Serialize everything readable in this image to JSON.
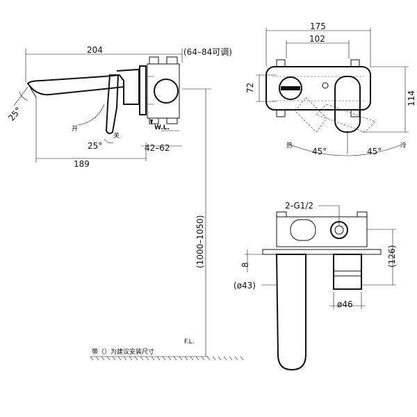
{
  "side_view": {
    "dim_total_width": "204",
    "dim_adjustable": "(64–84可调)",
    "dim_angle_spout": "25°",
    "label_open": "开",
    "label_close": "关",
    "dim_angle_handle": "25°",
    "dim_wall_range": "42–62",
    "dim_spout_width": "189",
    "dim_height_range": "(1000–1050)",
    "label_wl": "W.L.",
    "label_fl": "F.L.",
    "note_recommended": "带（）为建议安装尺寸"
  },
  "front_view": {
    "dim_width": "175",
    "dim_inner_width": "102",
    "dim_inner_height": "72",
    "dim_height": "114",
    "label_hot": "热",
    "label_cold": "冷",
    "dim_angle_hot": "45°",
    "dim_angle_cold": "45°"
  },
  "bottom_view": {
    "label_thread": "2-G1/2",
    "dim_depth": "(126)",
    "dim_plate": "8",
    "dim_spout_dia": "(ø43)",
    "dim_body_dia": "ø46"
  }
}
